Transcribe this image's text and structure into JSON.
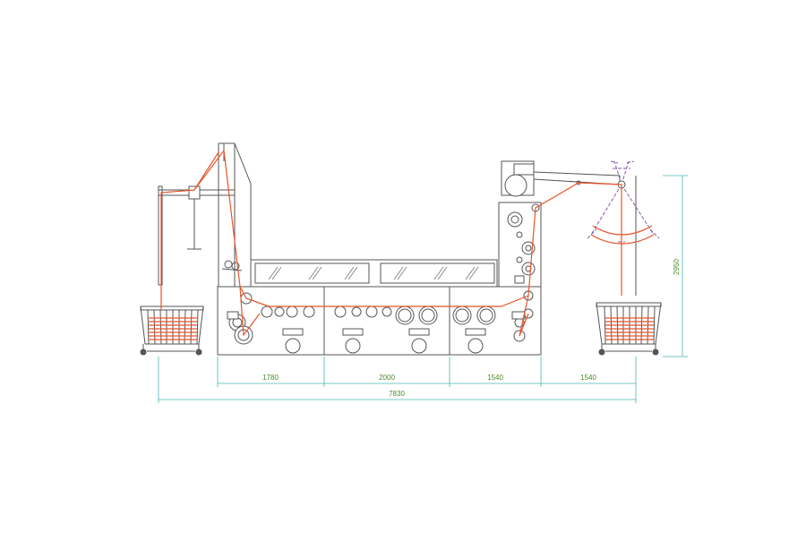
{
  "dimensions": {
    "section_1": "1780",
    "section_2": "2000",
    "section_3": "1540",
    "section_4": "1540",
    "overall_length": "7830",
    "height": "2950"
  },
  "colors": {
    "line": "#555555",
    "fabric": "#e8552b",
    "dimension": "#4ab8b0",
    "dimension_text": "#4a8a2a",
    "plaiter": "#8a5aa8"
  }
}
